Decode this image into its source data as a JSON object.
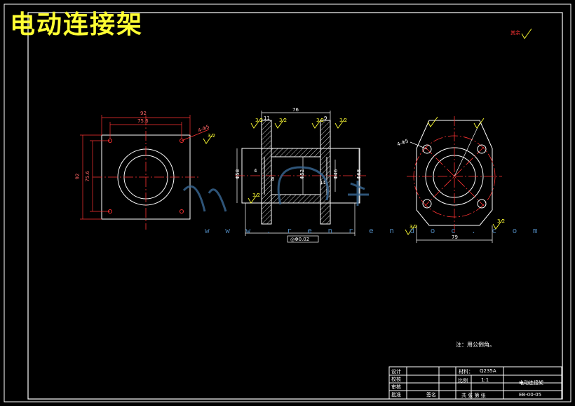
{
  "title": "电动连接架",
  "note": "注：用公倒角。",
  "corner_mark": "其余",
  "watermark": "w w w . r e n r e n d o c . c o m",
  "dims": {
    "left_w_outer": "92",
    "left_w_inner": "75.6",
    "left_h_outer": "92",
    "left_h_inner": "75.6",
    "left_holes": "4-Φ5",
    "mid_top": "76",
    "mid_t1": "11",
    "mid_t2": "9",
    "mid_d_outer": "Φ68",
    "mid_d_outer_r": "Φ68",
    "mid_d_bore": "Φ52",
    "mid_d_in": "Φ46",
    "mid_d_left": "Φ58",
    "mid_small": "4",
    "mid_8": "8",
    "mid_11b": "11",
    "mid_tol": "◎Φ0.02",
    "right_holes": "4-Φ5",
    "right_w": "79"
  },
  "roughness": [
    "3.2",
    "3.2",
    "3.2",
    "3.2",
    "3.2",
    "3.2",
    "3.2",
    "3.2"
  ],
  "title_block": {
    "designer": "设计",
    "checker": "校核",
    "reviewer": "审核",
    "approver": "批准",
    "material_label": "材料：",
    "material": "Q235A",
    "scale_label": "比例",
    "scale": "1:1",
    "part_name": "电动连接架",
    "sheets": "共 张   第 张",
    "drawing_no": "EB-00-05",
    "seal": "签名"
  }
}
